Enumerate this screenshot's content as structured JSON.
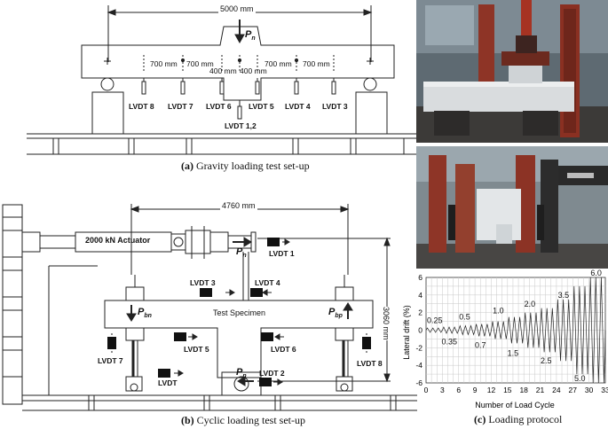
{
  "panel_a": {
    "dimension_total": "5000 mm",
    "load_label": "P",
    "load_sub": "n",
    "spacings": [
      "700 mm",
      "700 mm",
      "400 mm",
      "400 mm",
      "700 mm",
      "700 mm"
    ],
    "lvdt_labels": [
      "LVDT 8",
      "LVDT 7",
      "LVDT 6",
      "LVDT 5",
      "LVDT 4",
      "LVDT 3",
      "LVDT 1,2"
    ],
    "caption_letter": "(a)",
    "caption_text": "Gravity loading test set-up"
  },
  "panel_b": {
    "dimension_span": "4760 mm",
    "dimension_height": "3060 mm",
    "actuator_label": "2000 kN Actuator",
    "specimen_label": "Test Specimen",
    "loads": {
      "pn": "P",
      "pn_sub": "n",
      "pbn": "P",
      "pbn_sub": "bn",
      "pbp": "P",
      "pbp_sub": "bp",
      "pn2": "P",
      "pn2_sub": "n"
    },
    "lvdt_labels": [
      "LVDT 1",
      "LVDT 3",
      "LVDT 4",
      "LVDT 5",
      "LVDT 6",
      "LVDT 7",
      "LVDT 8",
      "LVDT",
      "LVDT 2"
    ],
    "caption_letter": "(b)",
    "caption_text": "Cyclic loading test set-up"
  },
  "panel_c": {
    "caption_letter": "(c)",
    "caption_text": "Loading protocol"
  },
  "chart_data": {
    "type": "line",
    "xlabel": "Number of Load Cycle",
    "ylabel": "Lateral drift (%)",
    "xlim": [
      0,
      33
    ],
    "ylim": [
      -6,
      6
    ],
    "xticks": [
      0,
      3,
      6,
      9,
      12,
      15,
      18,
      21,
      24,
      27,
      30,
      33
    ],
    "yticks": [
      -6,
      -4,
      -2,
      0,
      2,
      4,
      6
    ],
    "grid": true,
    "drift_levels": [
      0.25,
      0.35,
      0.5,
      0.7,
      1.0,
      1.5,
      2.0,
      2.5,
      3.5,
      5.0,
      6.0
    ],
    "cycles_per_level": 3,
    "annotations": [
      {
        "text": "0.25",
        "x": 1.6,
        "y": 1.1
      },
      {
        "text": "0.35",
        "x": 4.3,
        "y": -1.3
      },
      {
        "text": "0.5",
        "x": 7.1,
        "y": 1.5
      },
      {
        "text": "0.7",
        "x": 10.0,
        "y": -1.7
      },
      {
        "text": "1.0",
        "x": 13.3,
        "y": 2.2
      },
      {
        "text": "1.5",
        "x": 16.0,
        "y": -2.6
      },
      {
        "text": "2.0",
        "x": 19.1,
        "y": 3.0
      },
      {
        "text": "2.5",
        "x": 22.1,
        "y": -3.5
      },
      {
        "text": "3.5",
        "x": 25.3,
        "y": 4.0
      },
      {
        "text": "5.0",
        "x": 28.3,
        "y": -5.5
      },
      {
        "text": "6.0",
        "x": 31.3,
        "y": 6.5
      }
    ]
  }
}
